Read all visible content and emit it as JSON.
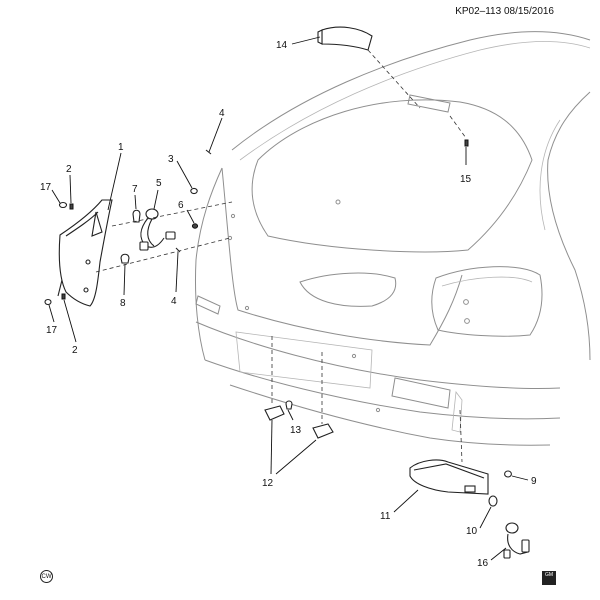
{
  "header": {
    "code_date": "KP02–113  08/15/2016"
  },
  "callouts": {
    "c1": "1",
    "c2a": "2",
    "c2b": "2",
    "c3": "3",
    "c4a": "4",
    "c4b": "4",
    "c5": "5",
    "c6": "6",
    "c7": "7",
    "c8": "8",
    "c9": "9",
    "c10": "10",
    "c11": "11",
    "c12": "12",
    "c13": "13",
    "c14": "14",
    "c15": "15",
    "c16": "16",
    "c17a": "17",
    "c17b": "17"
  },
  "badges": {
    "cw": "CW",
    "gm": "GM"
  }
}
